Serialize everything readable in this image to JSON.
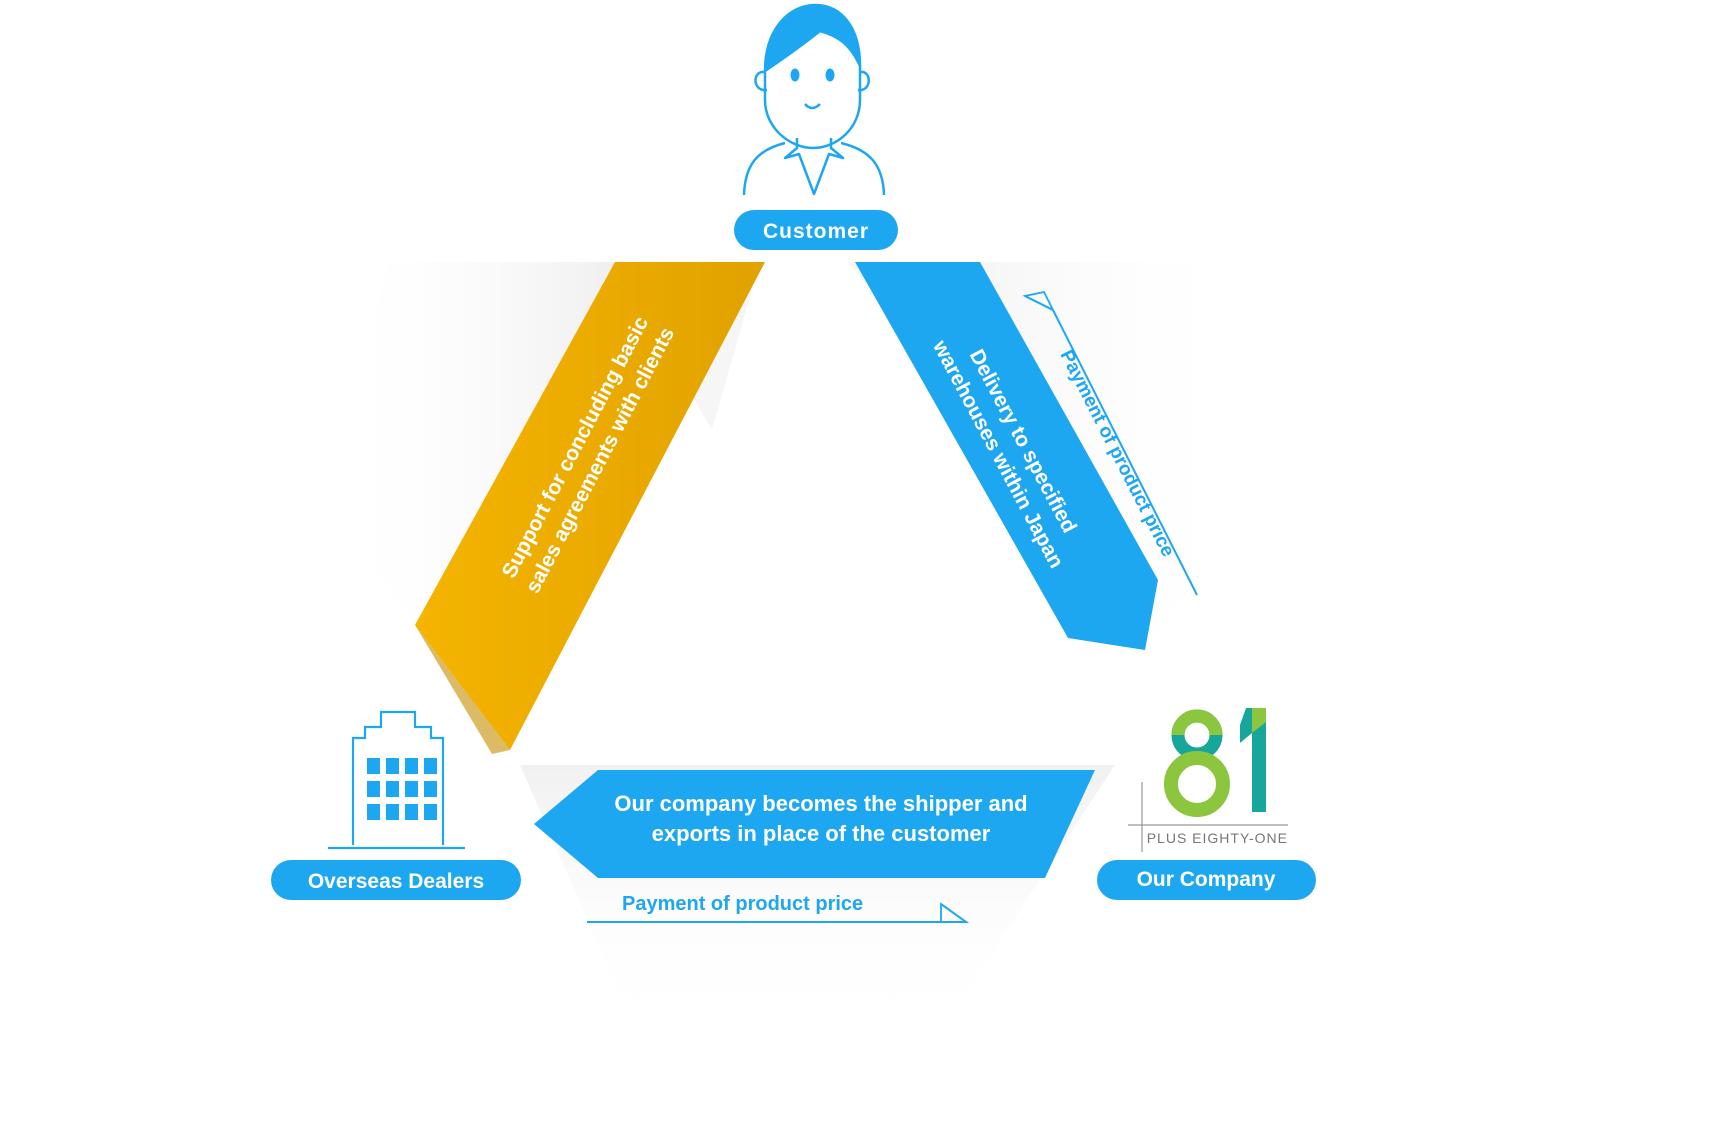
{
  "colors": {
    "primary": "#1ea7f1",
    "accent": "#f5b000",
    "accent_dark": "#d79a00",
    "logo_green": "#8cc63f",
    "logo_teal": "#17a69b"
  },
  "nodes": {
    "customer": {
      "label": "Customer",
      "icon": "person-icon"
    },
    "overseas_dealers": {
      "label": "Overseas Dealers",
      "icon": "building-icon"
    },
    "our_company": {
      "label": "Our Company",
      "icon": "company-logo"
    }
  },
  "logo": {
    "mark": "81",
    "subtitle": "PLUS EIGHTY-ONE"
  },
  "flows": {
    "support": {
      "line1": "Support for concluding basic",
      "line2": "sales agreements with clients"
    },
    "delivery": {
      "line1": "Delivery to specified",
      "line2": "warehouses within Japan"
    },
    "shipper": {
      "line1": "Our company becomes the shipper and",
      "line2": "exports in place of the customer"
    }
  },
  "payments": {
    "right": "Payment of product price",
    "bottom": "Payment of product price"
  }
}
